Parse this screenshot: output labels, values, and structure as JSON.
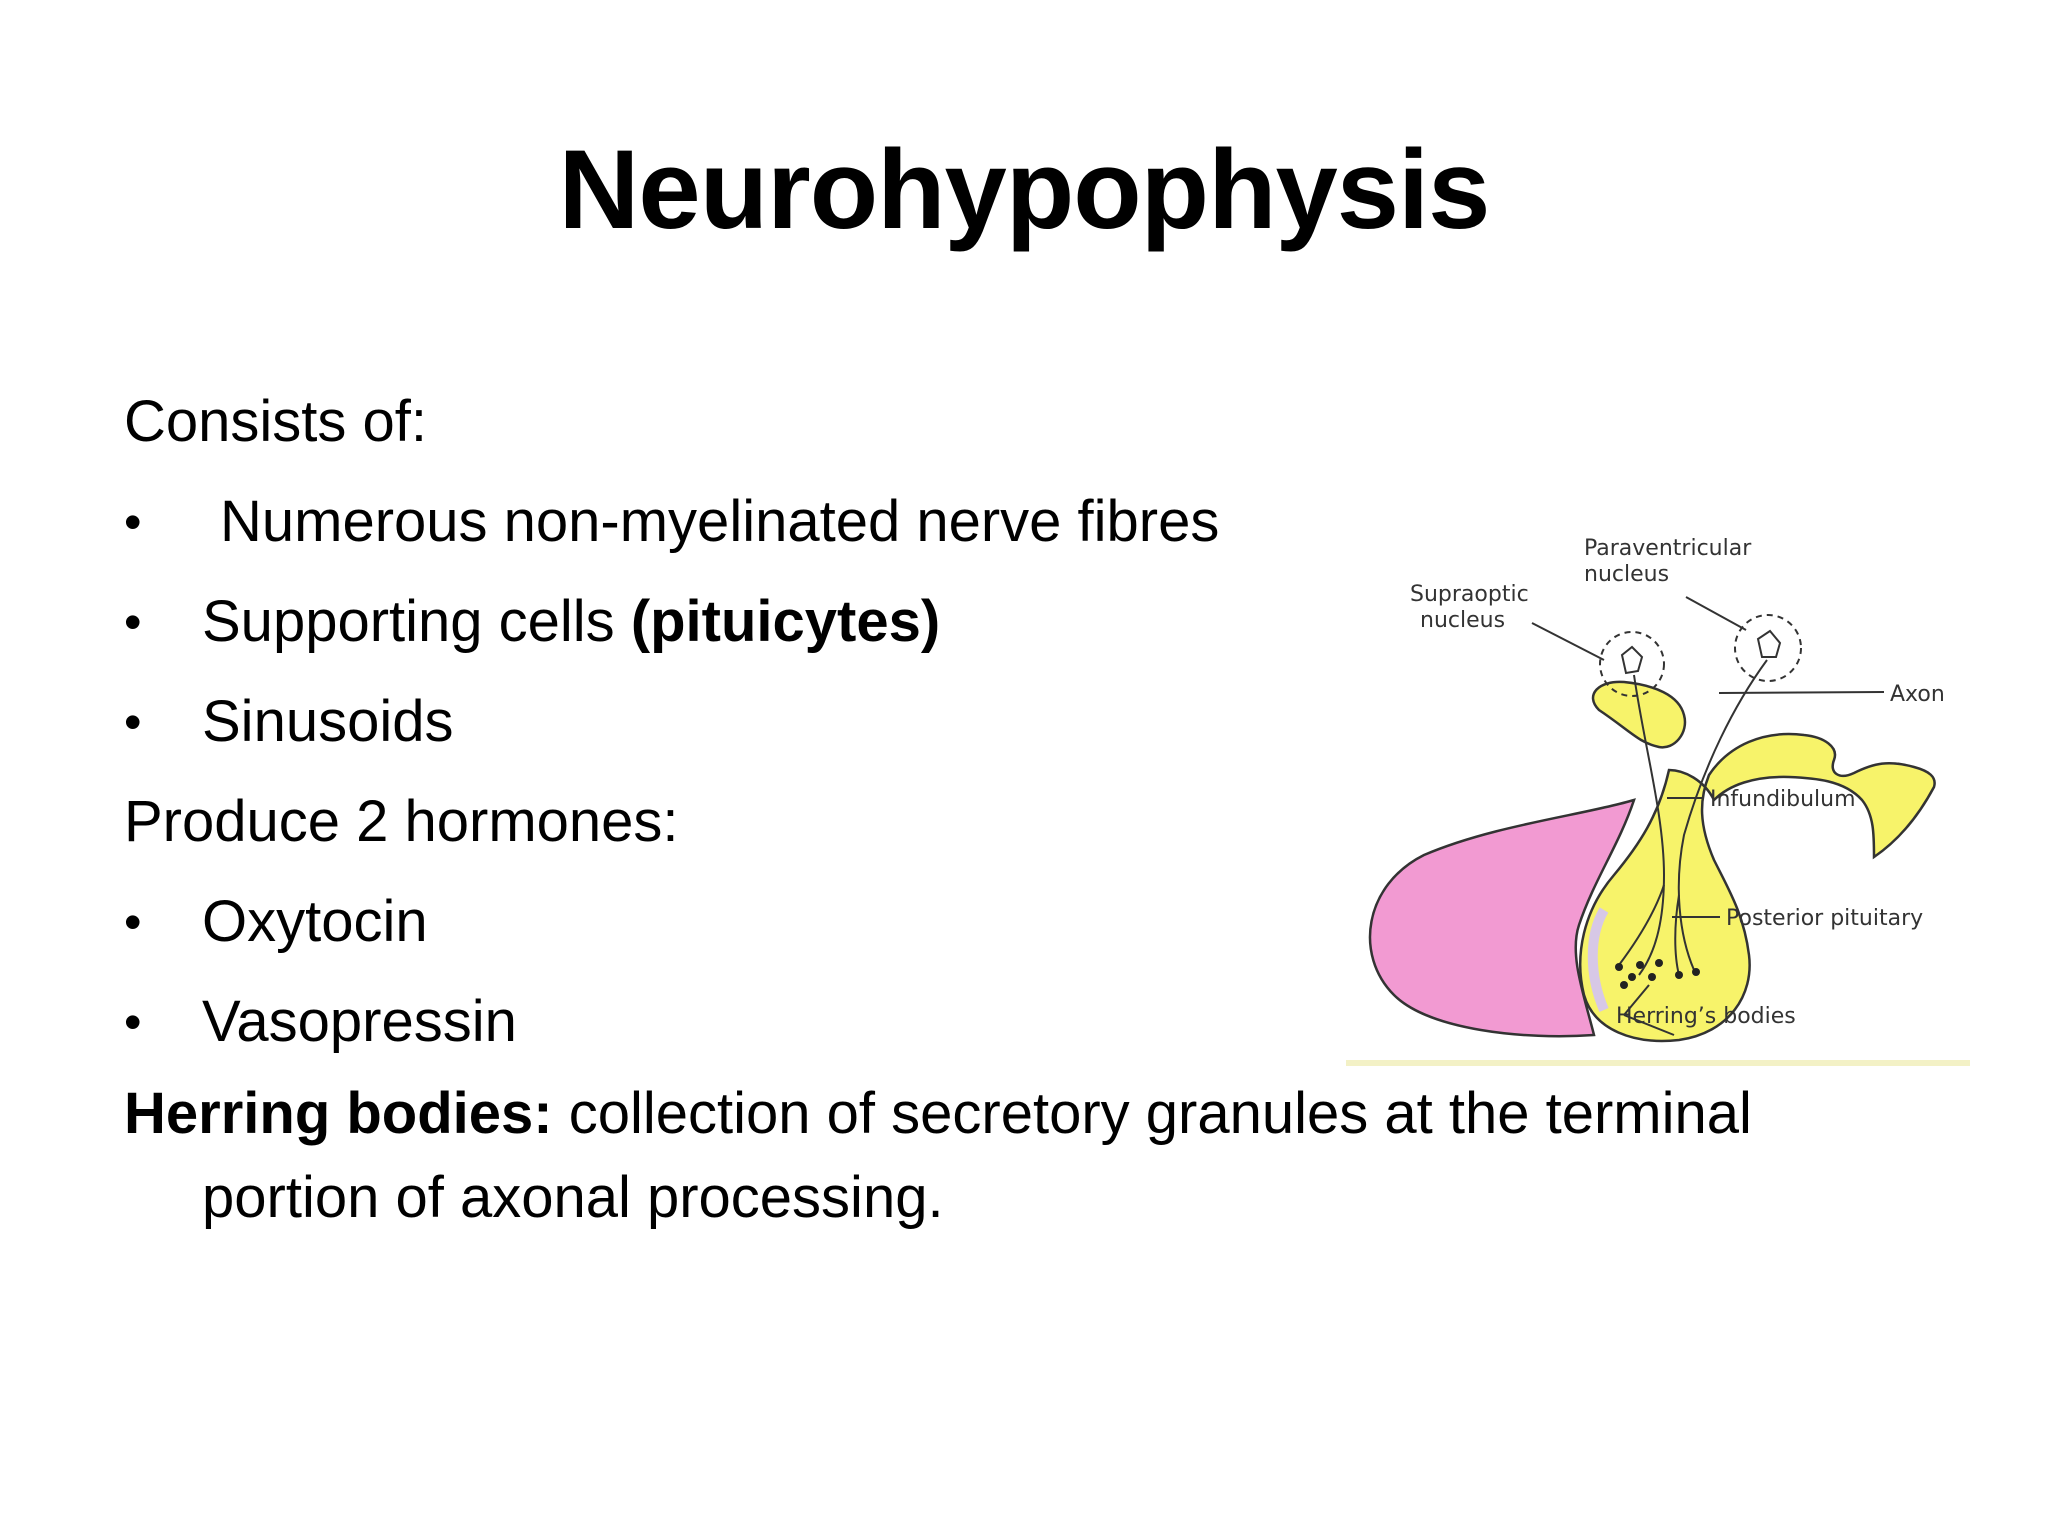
{
  "slide": {
    "title": "Neurohypophysis",
    "consists_heading": "Consists of:",
    "consists_items": [
      {
        "text": "Numerous non-myelinated nerve fibres",
        "bold_part": ""
      },
      {
        "text": "Supporting cells ",
        "bold_part": "(pituicytes)"
      },
      {
        "text": "Sinusoids",
        "bold_part": ""
      }
    ],
    "produce_heading": "Produce 2 hormones:",
    "hormones": [
      "Oxytocin",
      "Vasopressin"
    ],
    "herring_label": "Herring bodies:",
    "herring_text": " collection of secretory granules at the terminal",
    "herring_text_cont": "portion of axonal processing.",
    "bullet_glyph": "•"
  },
  "figure": {
    "labels": {
      "paraventricular_1": "Paraventricular",
      "paraventricular_2": "nucleus",
      "supraoptic_1": "Supraoptic",
      "supraoptic_2": "nucleus",
      "axon": "Axon",
      "infundibulum": "Infundibulum",
      "posterior_pituitary": "Posterior pituitary",
      "herrings_bodies": "Herring’s bodies"
    },
    "colors": {
      "anterior_lobe": "#f29ad2",
      "posterior_lobe": "#f7f36a",
      "outline": "#333333"
    }
  }
}
